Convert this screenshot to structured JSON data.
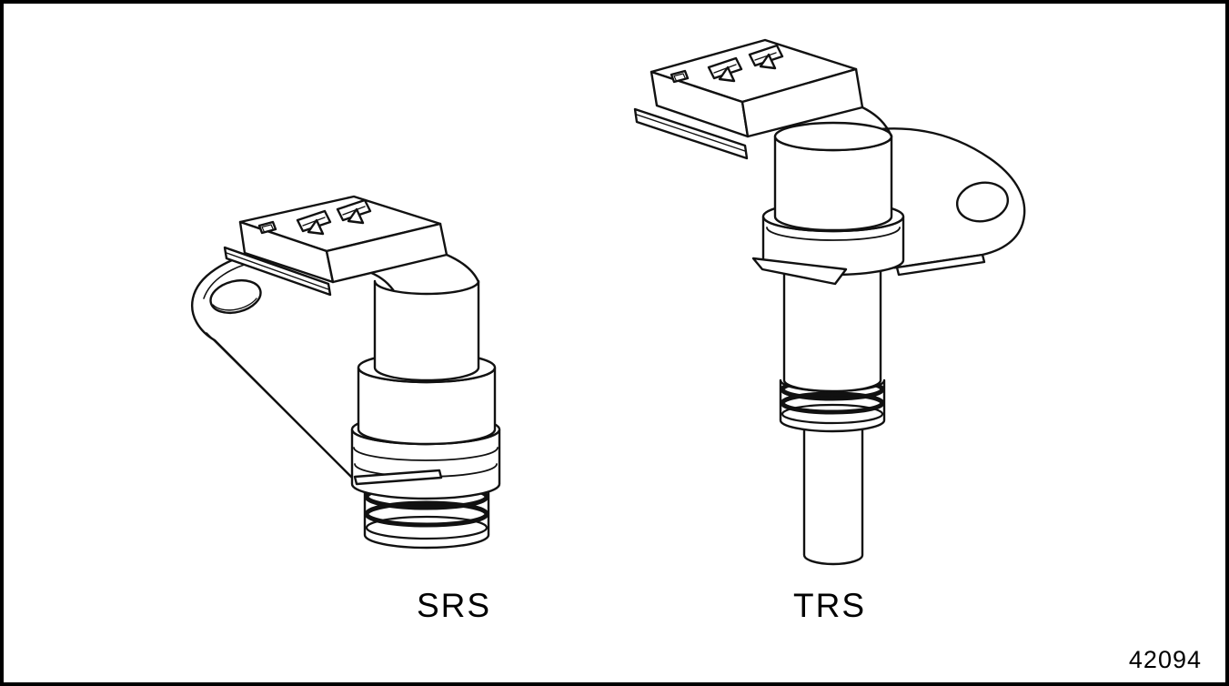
{
  "figure": {
    "background_color": "#ffffff",
    "border_color": "#000000",
    "line_color": "#111111",
    "left_sensor": {
      "label": "SRS",
      "icon": "srs-sensor-line-drawing"
    },
    "right_sensor": {
      "label": "TRS",
      "icon": "trs-sensor-line-drawing"
    },
    "figure_number": "42094"
  }
}
